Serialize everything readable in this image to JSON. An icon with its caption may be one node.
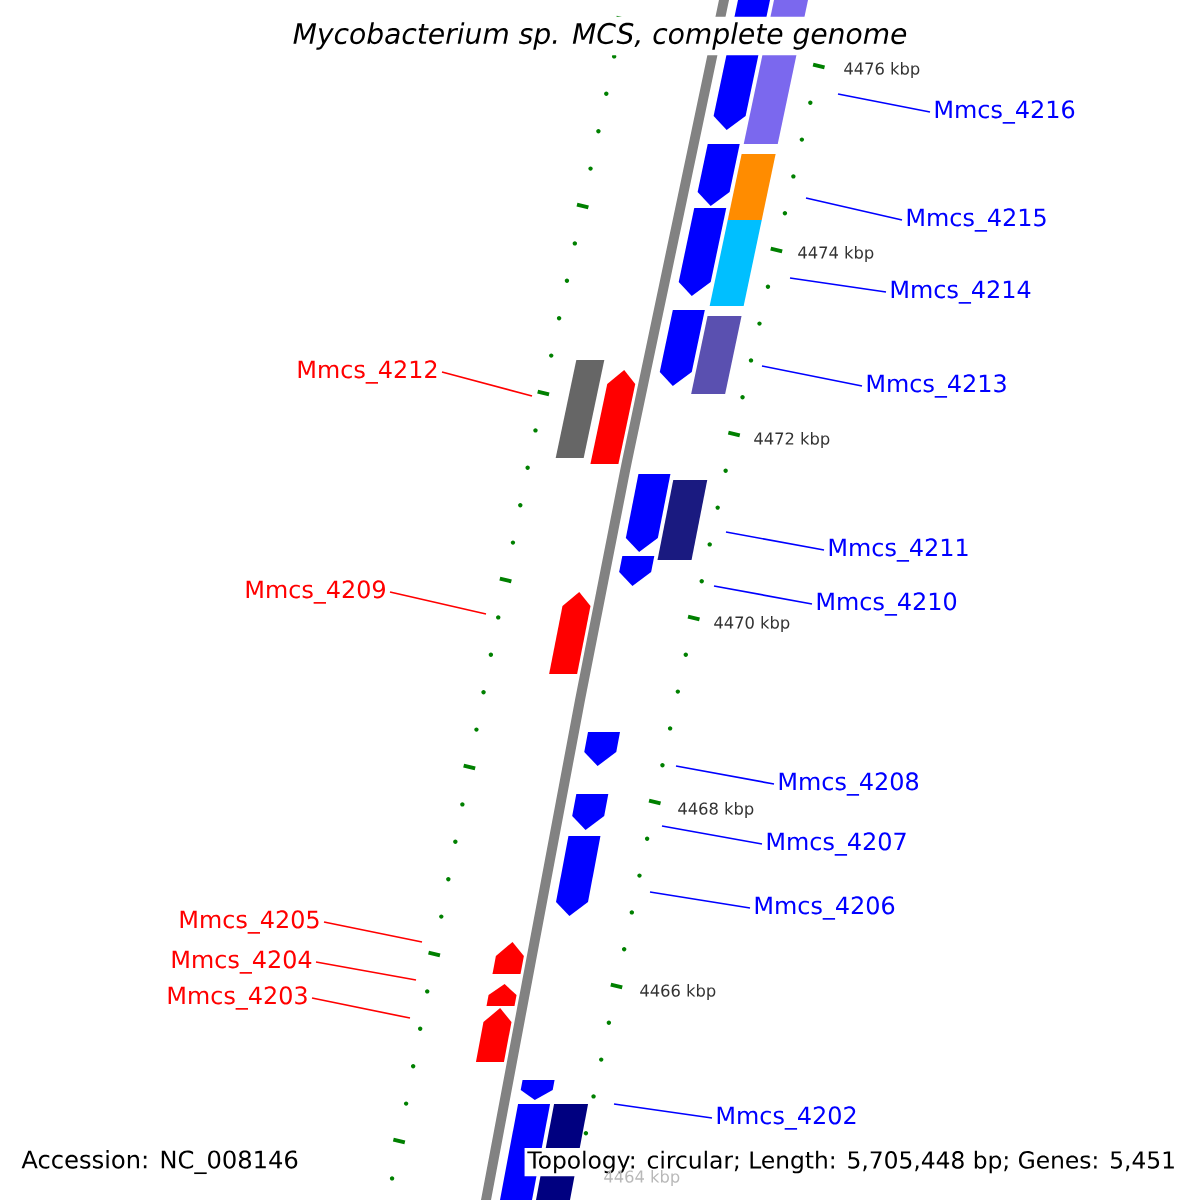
{
  "diagram": {
    "title": "Mycobacterium sp. MCS, complete genome",
    "nodes": [
      {
        "text": [
          "Mmcs_4216"
        ]
      },
      {
        "text": [
          "Mmcs_4215"
        ]
      },
      {
        "text": [
          "Mmcs_4214"
        ]
      },
      {
        "text": [
          "Mmcs_4212"
        ]
      },
      {
        "text": [
          "Mmcs_4213"
        ]
      },
      {
        "text": [
          "Mmcs_4211"
        ]
      },
      {
        "text": [
          "Mmcs_4210"
        ]
      },
      {
        "text": [
          "Mmcs_4209"
        ]
      },
      {
        "text": [
          "Mmcs_4208"
        ]
      },
      {
        "text": [
          "Mmcs_4207"
        ]
      },
      {
        "text": [
          "Mmcs_4206"
        ]
      },
      {
        "text": [
          "Mmcs_4205"
        ]
      },
      {
        "text": [
          "Mmcs_4204"
        ]
      },
      {
        "text": [
          "Mmcs_4203"
        ]
      },
      {
        "text": [
          "Mmcs_4202"
        ]
      }
    ],
    "edges": [
      {
        "from": 0,
        "to": null,
        "arrow": "none"
      },
      {
        "from": 1,
        "to": null,
        "arrow": "none"
      },
      {
        "from": 2,
        "to": null,
        "arrow": "none"
      },
      {
        "from": 3,
        "to": null,
        "arrow": "none",
        "color": "#ff0000"
      },
      {
        "from": 4,
        "to": null,
        "arrow": "none"
      },
      {
        "from": 5,
        "to": null,
        "arrow": "none"
      },
      {
        "from": 6,
        "to": null,
        "arrow": "none"
      },
      {
        "from": 7,
        "to": null,
        "arrow": "none",
        "color": "#ff0000"
      },
      {
        "from": 8,
        "to": null,
        "arrow": "none"
      },
      {
        "from": 9,
        "to": null,
        "arrow": "none"
      },
      {
        "from": 10,
        "to": null,
        "arrow": "none"
      },
      {
        "from": 11,
        "to": null,
        "arrow": "none",
        "color": "#ff0000"
      },
      {
        "from": 12,
        "to": null,
        "arrow": "none",
        "color": "#ff0000"
      },
      {
        "from": 13,
        "to": null,
        "arrow": "none",
        "color": "#ff0000"
      },
      {
        "from": 14,
        "to": null,
        "arrow": "none"
      }
    ],
    "labels": [
      "4476 kbp",
      "4474 kbp",
      "4472 kbp",
      "4470 kbp",
      "4468 kbp",
      "4466 kbp",
      "Accession: NC_008146",
      "Topology: circular; Length: 5,705,448 bp; Genes: 5,451",
      "4464 kbp"
    ]
  }
}
